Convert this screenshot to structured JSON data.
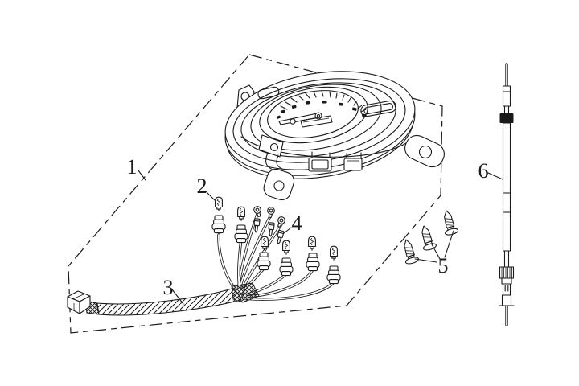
{
  "meta": {
    "background_color": "#ffffff",
    "line_color": "#1a1a1a",
    "style": "black-and-white exploded parts line diagram"
  },
  "callouts": [
    {
      "number": "1"
    },
    {
      "number": "2"
    },
    {
      "number": "3"
    },
    {
      "number": "4"
    },
    {
      "number": "5"
    },
    {
      "number": "6"
    }
  ]
}
